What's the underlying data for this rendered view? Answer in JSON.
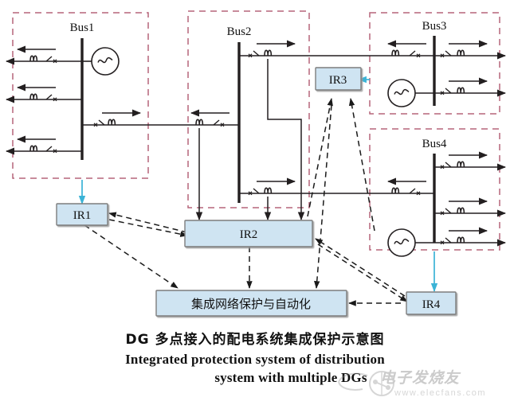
{
  "figure": {
    "caption_cn": "DG 多点接入的配电系统集成保护示意图",
    "caption_en_line1": "Integrated protection system of distribution",
    "caption_en_line2": "system with multiple DGs"
  },
  "colors": {
    "zone_border": "#b5657a",
    "box_fill": "#cfe4f2",
    "box_border": "#7d7d7d",
    "line": "#231f20",
    "ct_arrow": "#231f20",
    "comm_link": "#1a1a1a",
    "cyan_arrow": "#3bb3d6",
    "background": "#ffffff"
  },
  "zones": [
    {
      "id": "zone-bus1",
      "label": "Bus1"
    },
    {
      "id": "zone-bus2",
      "label": "Bus2"
    },
    {
      "id": "zone-bus3",
      "label": "Bus3"
    },
    {
      "id": "zone-bus4",
      "label": "Bus4"
    }
  ],
  "buses": {
    "bus1": {
      "label": "Bus1",
      "generators": 1,
      "feeders_out": 3,
      "tie_lines": 1
    },
    "bus2": {
      "label": "Bus2",
      "generators": 0,
      "feeders_out": 2,
      "tie_lines": 1
    },
    "bus3": {
      "label": "Bus3",
      "generators": 1,
      "feeders_out": 2,
      "tie_lines": 1
    },
    "bus4": {
      "label": "Bus4",
      "generators": 1,
      "feeders_out": 3,
      "tie_lines": 1
    }
  },
  "relays": [
    {
      "id": "ir1",
      "label": "IR1"
    },
    {
      "id": "ir2",
      "label": "IR2"
    },
    {
      "id": "ir3",
      "label": "IR3"
    },
    {
      "id": "ir4",
      "label": "IR4"
    }
  ],
  "central_unit": {
    "id": "integrated-network-protection",
    "label": "集成网络保护与自动化"
  },
  "watermark": {
    "text_cn": "电子发烧友",
    "url": "www.elecfans.com"
  }
}
